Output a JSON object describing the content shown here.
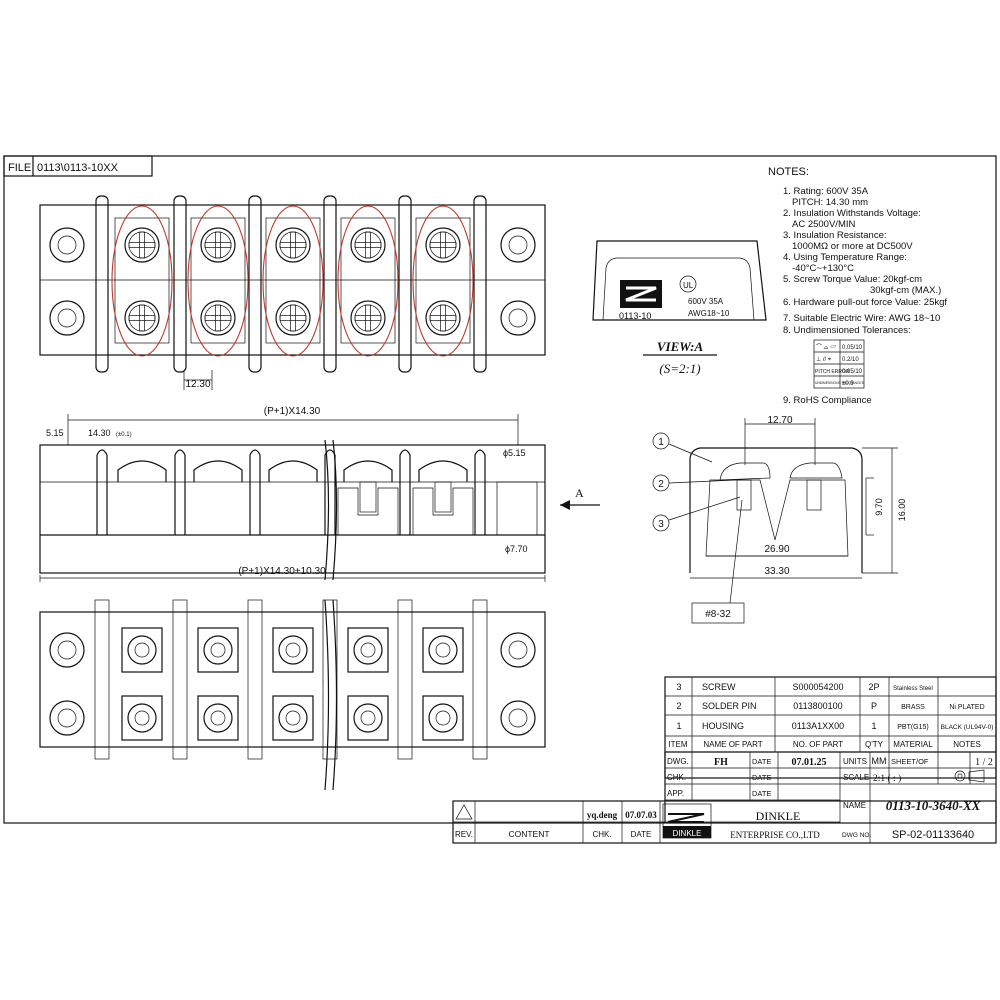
{
  "file_label": "FILE",
  "file_path": "0113\\0113-10XX",
  "notes": {
    "heading": "NOTES:",
    "items": [
      "1. Rating: 600V  35A",
      "PITCH: 14.30 mm",
      "2. Insulation Withstands Voltage:",
      "AC 2500V/MIN",
      "3. Insulation Resistance:",
      "1000MΩ or more at DC500V",
      "4. Using Temperature Range:",
      "-40°C~+130°C",
      "5. Screw Torque Value: 20kgf-cm",
      "30kgf-cm  (MAX.)",
      "6. Hardware pull-out force Value: 25kgf",
      "7. Suitable Electric Wire: AWG 18~10",
      "8. Undimensioned Tolerances:"
    ],
    "tolerances": [
      {
        "label": "⌒  ⌓  ▱",
        "value": "0.05/10"
      },
      {
        "label": "⊥  //  ⌖",
        "value": "0.2/10"
      },
      {
        "label": "PITCH ERROR",
        "value": "0.05/10"
      },
      {
        "label": "UNDIMENSIONS TOLERANCES",
        "value": "±0.3"
      }
    ],
    "rohs": "9. RoHS Compliance"
  },
  "view_a": {
    "part_no": "0113-10",
    "rating": "600V  35A",
    "wire": "AWG18~10",
    "title": "VIEW:A",
    "scale": "(S=2:1)"
  },
  "dims": {
    "pitch_top": "12.30",
    "overall_pitch": "(P+1)X14.30",
    "d515_left": "5.15",
    "d1430": "14.30",
    "d1430_tol": "(±0.1)",
    "d515_right": "ϕ5.15",
    "d770": "ϕ7.70",
    "overall_len": "(P+1)X14.30+10.30",
    "arrow_a": "A",
    "sec_1270": "12.70",
    "sec_970": "9.70",
    "sec_1600": "16.00",
    "sec_2690": "26.90",
    "sec_3330": "33.30",
    "sec_screw": "#8-32",
    "callouts": [
      "1",
      "2",
      "3"
    ]
  },
  "bom": {
    "rows": [
      {
        "item": "3",
        "name": "SCREW",
        "no": "S000054200",
        "qty": "2P",
        "material": "Stainless Steel",
        "notes": ""
      },
      {
        "item": "2",
        "name": "SOLDER PIN",
        "no": "0113800100",
        "qty": "P",
        "material": "BRASS",
        "notes": "Ni PLATED"
      },
      {
        "item": "1",
        "name": "HOUSING",
        "no": "0113A1XX00",
        "qty": "1",
        "material": "PBT(G15)",
        "notes": "BLACK (UL94V-0)"
      }
    ],
    "headers": {
      "item": "ITEM",
      "name": "NAME OF PART",
      "no": "NO. OF PART",
      "qty": "Q'TY",
      "material": "MATERIAL",
      "notes": "NOTES"
    }
  },
  "title_block": {
    "dwg_label": "DWG.",
    "dwg_by": "FH",
    "date_label": "DATE",
    "dwg_date": "07.01.25",
    "chk_label": "CHK.",
    "app_label": "APP.",
    "units_label": "UNITS",
    "units": "MM",
    "sheet_label": "SHEET/OF",
    "sheet": "1 / 2",
    "scale_label": "SCALE",
    "scale": "2:1 (  :  )",
    "name_label": "NAME",
    "name": "0113-10-3640-XX",
    "rev_author": "yq.deng",
    "rev_date": "07.07.03",
    "rev_label": "REV.",
    "content_label": "CONTENT",
    "rev_chk_label": "CHK.",
    "rev_date_label": "DATE",
    "company": "DINKLE",
    "company_sub": "ENTERPRISE CO.,LTD",
    "logo_text": "DINKLE",
    "dwg_no_label": "DWG NO.",
    "dwg_no": "SP-02-01133640"
  }
}
